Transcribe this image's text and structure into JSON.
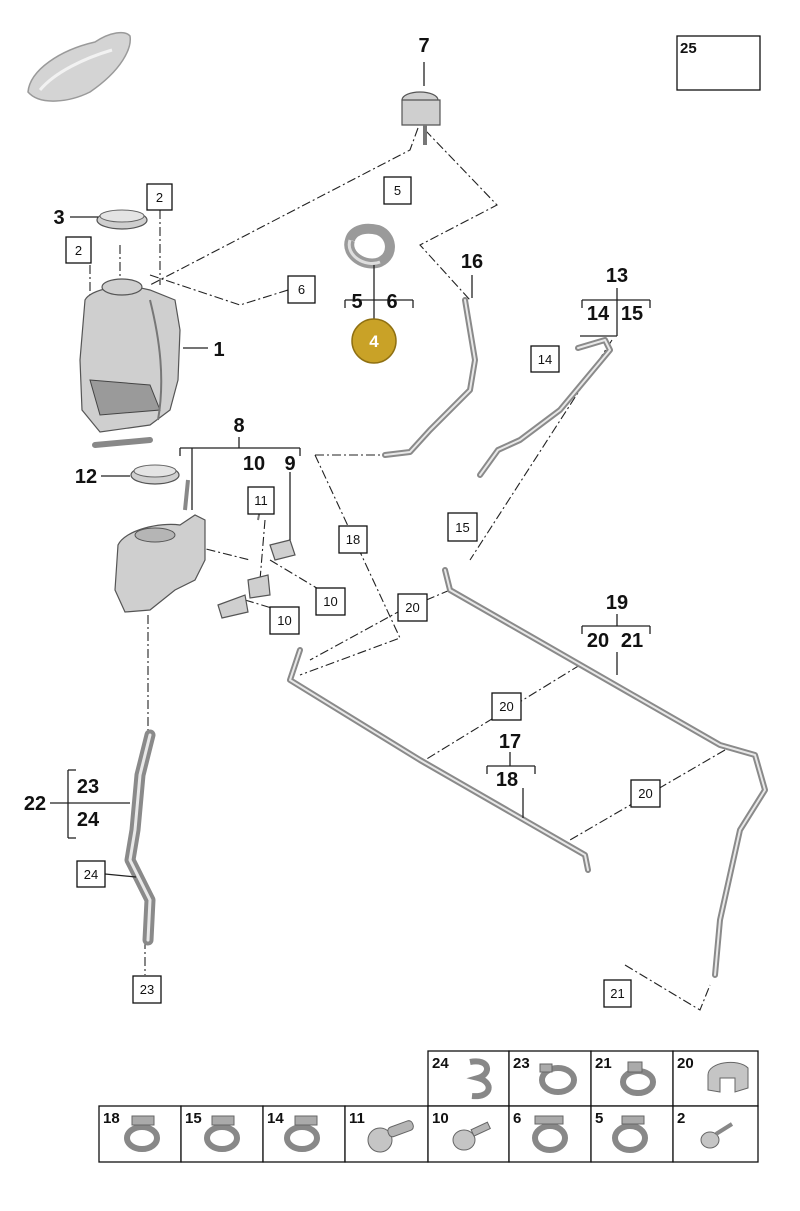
{
  "callouts": {
    "p1": "1",
    "p3": "3",
    "p4": "4",
    "p5a": "5",
    "p6a": "6",
    "p7": "7",
    "p8": "8",
    "p9": "9",
    "p10a": "10",
    "p12": "12",
    "p13": "13",
    "p14a": "14",
    "p15a": "15",
    "p16": "16",
    "p17": "17",
    "p18a": "18",
    "p19": "19",
    "p20a": "20",
    "p21a": "21",
    "p22": "22",
    "p23a": "23",
    "p24a": "24"
  },
  "boxed": {
    "b2a": "2",
    "b2b": "2",
    "b5": "5",
    "b6": "6",
    "b10a": "10",
    "b10b": "10",
    "b11": "11",
    "b14": "14",
    "b15": "15",
    "b18": "18",
    "b20a": "20",
    "b20b": "20",
    "b20c": "20",
    "b21": "21",
    "b23": "23",
    "b24": "24",
    "b25": "25"
  },
  "highlight_color": "#c9a227",
  "parts_table": {
    "row1": [
      "24",
      "23",
      "21",
      "20"
    ],
    "row2": [
      "18",
      "15",
      "14",
      "11",
      "10",
      "6",
      "5",
      "2"
    ]
  }
}
